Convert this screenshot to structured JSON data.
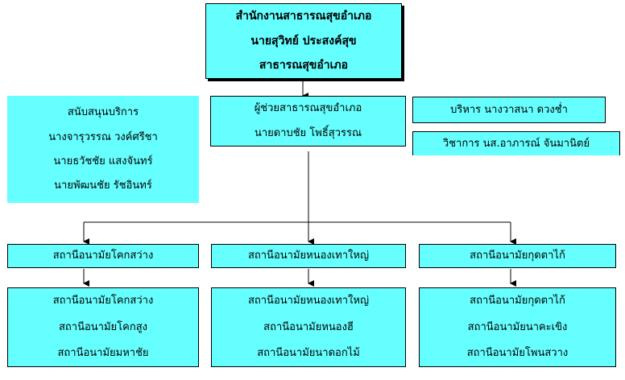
{
  "top": {
    "lines": [
      "สำนักงานสาธารณสุขอำเภอ",
      "นายสุวิทย์ ประสงค์สุข",
      "สาธารณสุขอำเภอ"
    ]
  },
  "support": {
    "lines": [
      "สนับสนุนบริการ",
      "นางจารุวรรณ วงค์ศรีชา",
      "นายธวัชชัย แสงจันทร์",
      "นายพัฒนชัย รัชอินทร์"
    ]
  },
  "assistant": {
    "lines": [
      "ผู้ช่วยสาธารณสุขอำเภอ",
      "นายดาบชัย โพธิ์สุวรรณ"
    ]
  },
  "admin": {
    "label": "บริหาร นางวาสนา ดวงช่ำ"
  },
  "academic": {
    "label": "วิชาการ นส.อาภารณ์ จันมานิตย์"
  },
  "stations": [
    {
      "header": "สถานีอนามัยโคกสว่าง",
      "sub": [
        "สถานีอนามัยโคกสว่าง",
        "สถานีอนามัยโคกสูง",
        "สถานีอนามัยมหาชัย"
      ]
    },
    {
      "header": "สถานีอนามัยหนองเทาใหญ่",
      "sub": [
        "สถานีอนามัยหนองเทาใหญ่",
        "สถานีอนามัยหนองฮี",
        "สถานีอนามัยนาดอกไม้"
      ]
    },
    {
      "header": "สถานีอนามัยกุดตาไก้",
      "sub": [
        "สถานีอนามัยกุดตาไก้",
        "สถานีอนามัยนาคะเขิง",
        "สถานีอนามัยโพนสวาง"
      ]
    }
  ],
  "colors": {
    "box_fill": "#66ffff",
    "line": "#000000",
    "background": "#ffffff"
  }
}
